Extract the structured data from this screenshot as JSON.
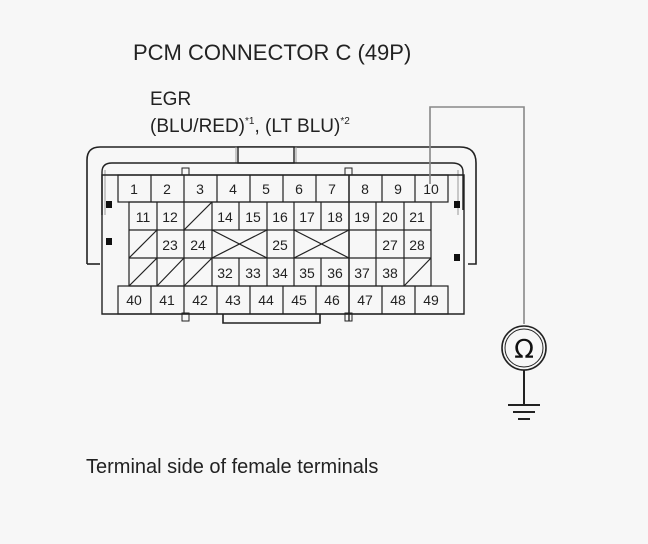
{
  "diagram": {
    "title": "PCM CONNECTOR C (49P)",
    "signal_label": "EGR",
    "wire_colors": {
      "primary": "(BLU/RED)",
      "primary_note": "*1",
      "separator": ", ",
      "secondary": "(LT BLU)",
      "secondary_note": "*2"
    },
    "caption": "Terminal side of female terminals",
    "meter": {
      "symbol": "Ω",
      "icon": "ohmmeter-icon"
    },
    "ground": {
      "icon": "ground-icon"
    },
    "test_pin": "10",
    "rows": [
      [
        "1",
        "2",
        "3",
        "4",
        "5",
        "6",
        "7",
        "8",
        "9",
        "10"
      ],
      [
        "11",
        "12",
        "",
        "14",
        "15",
        "16",
        "17",
        "18",
        "19",
        "20",
        "21"
      ],
      [
        "",
        "23",
        "24",
        "",
        "",
        "25",
        "",
        "",
        "",
        "27",
        "28"
      ],
      [
        "",
        "",
        "",
        "32",
        "33",
        "34",
        "35",
        "36",
        "37",
        "38",
        ""
      ],
      [
        "40",
        "41",
        "42",
        "43",
        "44",
        "45",
        "46",
        "47",
        "48",
        "49"
      ]
    ]
  }
}
